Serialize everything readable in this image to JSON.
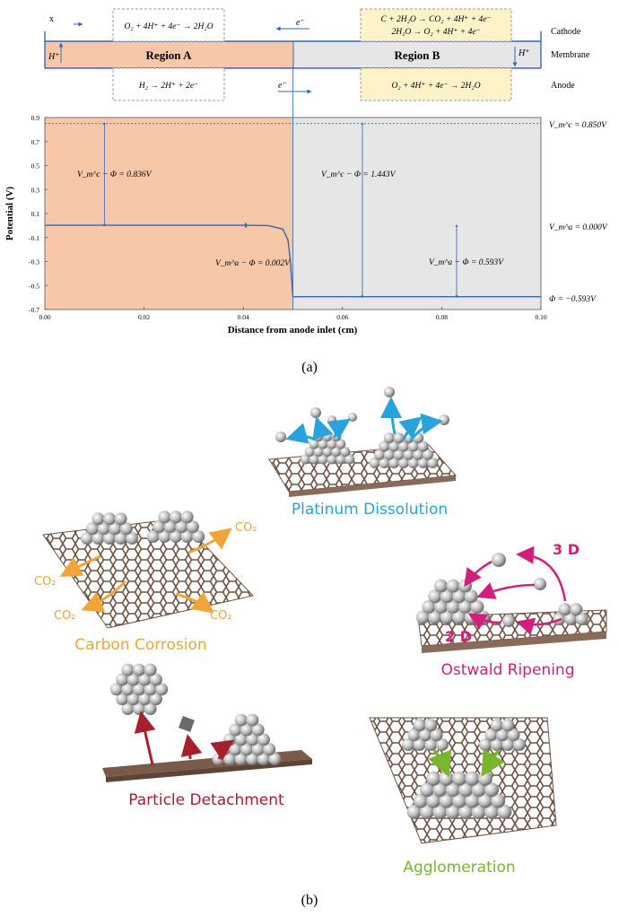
{
  "top": {
    "x_label": "x",
    "cathode_label": "Cathode",
    "membrane_label": "Membrane",
    "anode_label": "Anode",
    "region_a": "Region A",
    "region_b": "Region B",
    "hplus_left": "H⁺",
    "hplus_right": "H⁺",
    "eminus_top": "e⁻",
    "eminus_bottom": "e⁻",
    "rxn_cathode_a": "O₂ + 4H⁺ + 4e⁻ → 2H₂O",
    "rxn_cathode_b1": "C + 2H₂O → CO₂ + 4H⁺ + 4e⁻",
    "rxn_cathode_b2": "2H₂O → O₂ + 4H⁺ + 4e⁻",
    "rxn_anode_a": "H₂ → 2H⁺ + 2e⁻",
    "rxn_anode_b": "O₂ + 4H⁺ + 4e⁻ → 2H₂O"
  },
  "chart_data": {
    "type": "line",
    "xlabel": "Distance from anode inlet (cm)",
    "ylabel": "Potential (V)",
    "xlim": [
      0,
      0.1
    ],
    "ylim": [
      -0.7,
      0.9
    ],
    "xticks": [
      "0.00",
      "0.02",
      "0.04",
      "0.06",
      "0.08",
      "0.10"
    ],
    "yticks": [
      "0.9",
      "0.7",
      "0.5",
      "0.3",
      "0.1",
      "-0.1",
      "-0.3",
      "-0.5",
      "-0.7"
    ],
    "region_boundary_x": 0.05,
    "cathode_potential": 0.85,
    "series_x": [
      0,
      0.01,
      0.02,
      0.03,
      0.04,
      0.045,
      0.048,
      0.049,
      0.0495,
      0.05,
      0.06,
      0.07,
      0.08,
      0.09,
      0.1
    ],
    "series_y": [
      0.002,
      0.002,
      0.002,
      0.002,
      0.002,
      0.0,
      -0.03,
      -0.12,
      -0.3,
      -0.593,
      -0.593,
      -0.593,
      -0.593,
      -0.593,
      -0.593
    ],
    "annotations": {
      "vc_a": "V_m^c − Φ = 0.836V",
      "va_a": "V_m^a − Φ = 0.002V",
      "vc_b": "V_m^c − Φ = 1.443V",
      "va_b": "V_m^a − Φ = 0.593V",
      "right_vc": "V_m^c = 0.850V",
      "right_va": "V_m^a = 0.000V",
      "right_phi": "Φ = −0.593V"
    }
  },
  "caption_a": "(a)",
  "caption_b": "(b)",
  "mechanisms": {
    "dissolution": "Platinum Dissolution",
    "corrosion": "Carbon Corrosion",
    "ostwald": "Ostwald Ripening",
    "detachment": "Particle Detachment",
    "agglomeration": "Agglomeration",
    "co2": "CO₂",
    "label_3d": "3 D",
    "label_2d": "2 D"
  },
  "colors": {
    "region_a": "#f6c8a8",
    "region_b": "#e6e6e6",
    "reaction_box": "#fdf2c8",
    "line": "#3a66b0",
    "dissolution": "#29a3dc",
    "corrosion": "#f0a43a",
    "ostwald": "#d1207c",
    "detachment": "#a5202c",
    "agglomeration": "#7ab52e"
  }
}
